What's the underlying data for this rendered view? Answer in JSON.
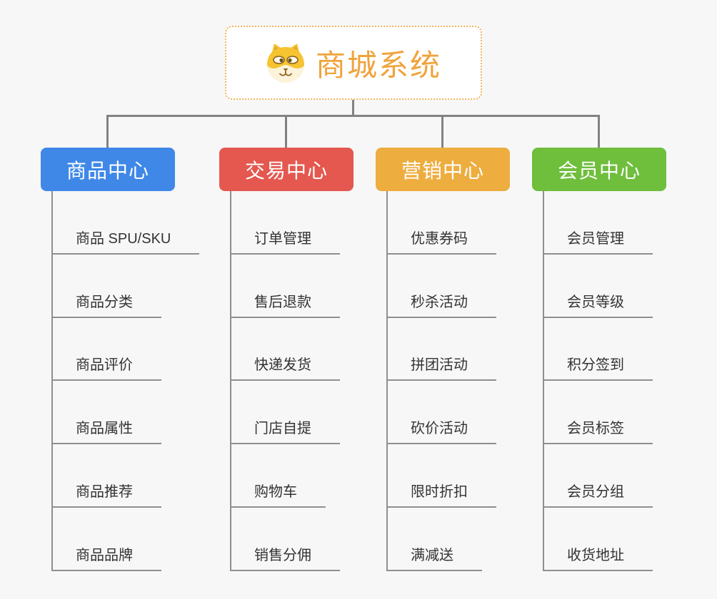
{
  "page": {
    "background": "#f7f7f7",
    "connector_color": "#828282"
  },
  "root": {
    "title": "商城系统",
    "title_color": "#f0a33c",
    "border_color": "#f3b35a",
    "icon": "dog-face-icon"
  },
  "branches": [
    {
      "label": "商品中心",
      "color": "#3f88e8",
      "items": [
        "商品 SPU/SKU",
        "商品分类",
        "商品评价",
        "商品属性",
        "商品推荐",
        "商品品牌"
      ]
    },
    {
      "label": "交易中心",
      "color": "#e4584f",
      "items": [
        "订单管理",
        "售后退款",
        "快递发货",
        "门店自提",
        "购物车",
        "销售分佣"
      ]
    },
    {
      "label": "营销中心",
      "color": "#edad3f",
      "items": [
        "优惠券码",
        "秒杀活动",
        "拼团活动",
        "砍价活动",
        "限时折扣",
        "满减送"
      ]
    },
    {
      "label": "会员中心",
      "color": "#6fbe3c",
      "items": [
        "会员管理",
        "会员等级",
        "积分签到",
        "会员标签",
        "会员分组",
        "收货地址"
      ]
    }
  ]
}
